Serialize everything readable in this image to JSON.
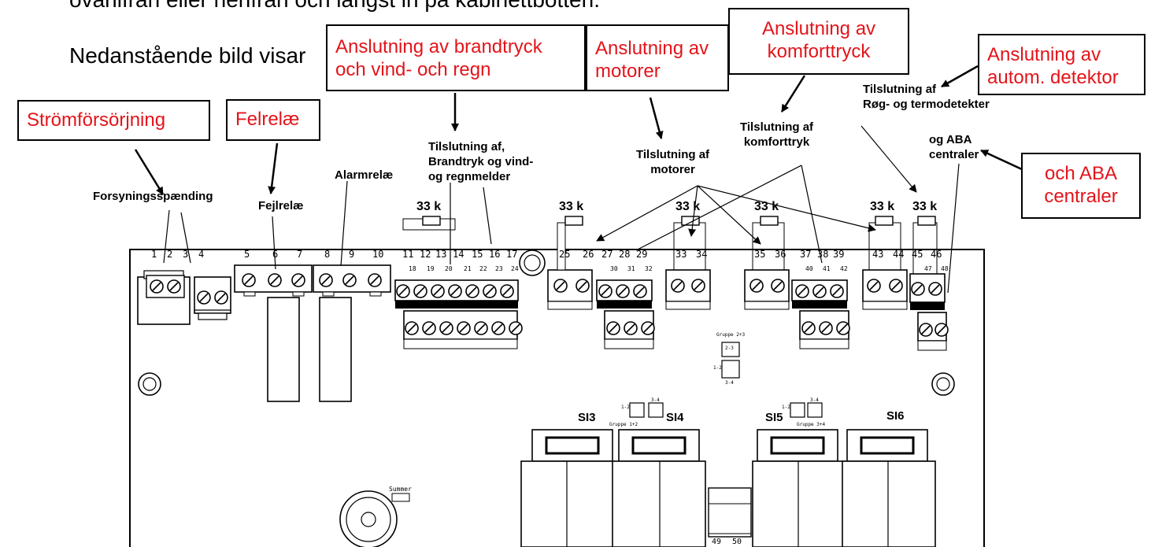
{
  "document": {
    "line_top": "ovanifrån eller nerifrån och längst in på kabinettbotten.",
    "line_intro": "Nedanstående bild visar"
  },
  "callouts": {
    "stromforsorjning": "Strömförsörjning",
    "felrelae": "Felrelæ",
    "brandtryck": "Anslutning av brandtryck\noch vind- och regn",
    "motorer": "Anslutning av\nmotorer",
    "komforttryck": "Anslutning av\nkomforttryck",
    "autom_detektor": "Anslutning av\nautom. detektor",
    "aba": "och ABA\ncentraler"
  },
  "labels": {
    "forsyning": "Forsyningsspænding",
    "fejlrelae": "Fejlrelæ",
    "alarmrelae": "Alarmrelæ",
    "brandtryk": "Tilslutning af,\nBrandtryk og vind-\nog regnmelder",
    "motorer": "Tilslutning af\nmotorer",
    "komforttryk": "Tilslutning af\nkomforttryk",
    "detekter": "Tilslutning af\nRøg- og termodetekter",
    "aba": "og ABA\ncentraler"
  },
  "resistors": [
    "33 k",
    "33 k",
    "33 k",
    "33 k",
    "33 k",
    "33 k"
  ],
  "terminal_numbers": {
    "top_row": [
      "1",
      "2",
      "3",
      "4",
      "5",
      "6",
      "7",
      "8",
      "9",
      "10",
      "11",
      "12",
      "13",
      "14",
      "15",
      "16",
      "17",
      "25",
      "26",
      "27",
      "28",
      "29",
      "33",
      "34",
      "35",
      "36",
      "37",
      "38",
      "39",
      "43",
      "44",
      "45",
      "46"
    ],
    "sub_row": [
      "18",
      "19",
      "20",
      "21",
      "22",
      "23",
      "24",
      "30",
      "31",
      "32",
      "40",
      "41",
      "42",
      "47",
      "48"
    ],
    "bottom": [
      "49",
      "50"
    ]
  },
  "sections": {
    "si3": "SI3",
    "si4": "SI4",
    "si5": "SI5",
    "si6": "SI6",
    "gruppe_12": "Gruppe 1+2",
    "gruppe_34": "Gruppe 3+4",
    "gruppe_23": "Gruppe 2+3",
    "summer": "Summer"
  },
  "jumper_marks": [
    "1-2",
    "3-4",
    "1-2",
    "3-4",
    "2-3",
    "1-2",
    "3-4"
  ]
}
